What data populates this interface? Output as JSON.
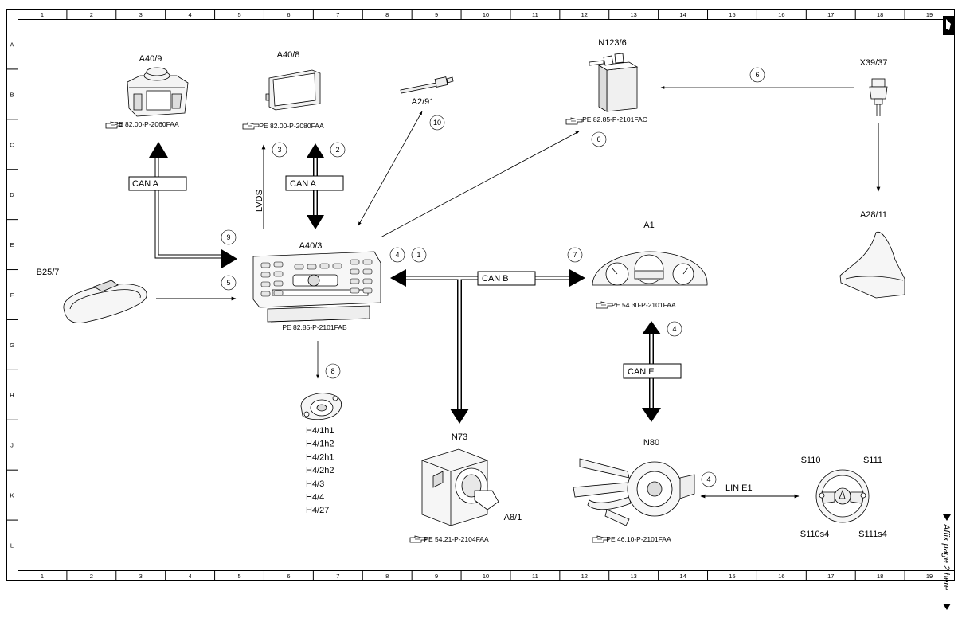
{
  "grid": {
    "cols": [
      "1",
      "2",
      "3",
      "4",
      "5",
      "6",
      "7",
      "8",
      "9",
      "10",
      "11",
      "12",
      "13",
      "14",
      "15",
      "16",
      "17",
      "18",
      "19"
    ],
    "rows": [
      "A",
      "B",
      "C",
      "D",
      "E",
      "F",
      "G",
      "H",
      "J",
      "K",
      "L"
    ]
  },
  "components": {
    "a40_9": {
      "label": "A40/9",
      "ref": "PE 82.00-P-2060FAA"
    },
    "a40_8": {
      "label": "A40/8",
      "ref": "PE 82.00-P-2080FAA"
    },
    "a2_91": {
      "label": "A2/91"
    },
    "n123_6": {
      "label": "N123/6",
      "ref": "PE 82.85-P-2101FAC"
    },
    "x39_37": {
      "label": "X39/37"
    },
    "a28_11": {
      "label": "A28/11"
    },
    "a40_3": {
      "label": "A40/3",
      "ref": "PE 82.85-P-2101FAB"
    },
    "b25_7": {
      "label": "B25/7"
    },
    "a1": {
      "label": "A1",
      "ref": "PE 54.30-P-2101FAA"
    },
    "speakers": {
      "labels": [
        "H4/1h1",
        "H4/1h2",
        "H4/2h1",
        "H4/2h2",
        "H4/3",
        "H4/4",
        "H4/27"
      ]
    },
    "n73": {
      "label": "N73",
      "sub": "A8/1",
      "ref": "PE 54.21-P-2104FAA"
    },
    "n80": {
      "label": "N80",
      "ref": "PE 46.10-P-2101FAA"
    },
    "wheel": {
      "s110": "S110",
      "s111": "S111",
      "s110s4": "S110s4",
      "s111s4": "S111s4"
    }
  },
  "buses": {
    "can_a_left": "CAN A",
    "can_a_right": "CAN A",
    "can_b": "CAN B",
    "can_e": "CAN E",
    "lin_e1": "LIN E1",
    "lvds": "LVDS"
  },
  "callouts": {
    "c1": "1",
    "c2": "2",
    "c3": "3",
    "c4a": "4",
    "c4b": "4",
    "c4c": "4",
    "c5": "5",
    "c6a": "6",
    "c6b": "6",
    "c7": "7",
    "c8": "8",
    "c9": "9",
    "c10": "10"
  },
  "footer": {
    "affix": "Affix page 2 here"
  }
}
